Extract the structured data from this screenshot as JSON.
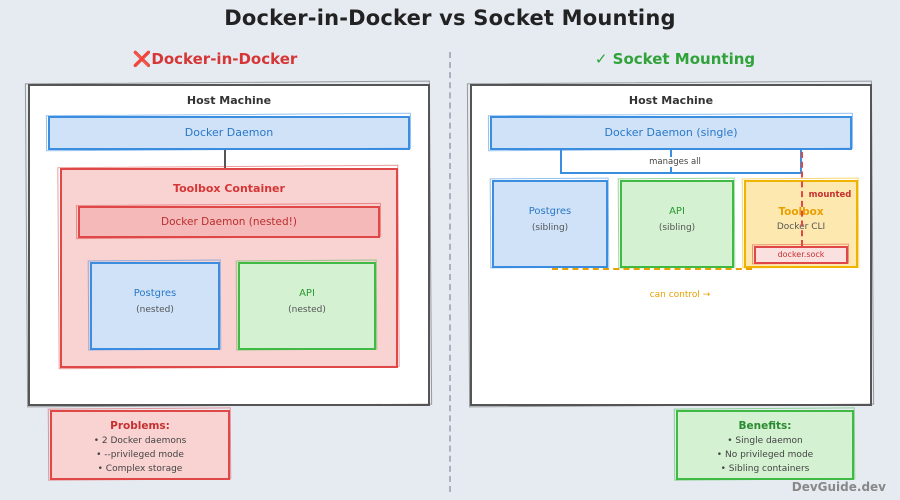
{
  "title": "Docker-in-Docker vs Socket Mounting",
  "left": {
    "mark": "❌",
    "title": "Docker-in-Docker",
    "host_label": "Host Machine",
    "daemon": "Docker Daemon",
    "toolbox_label": "Toolbox Container",
    "nested_daemon": "Docker Daemon (nested!)",
    "postgres": {
      "name": "Postgres",
      "note": "(nested)"
    },
    "api": {
      "name": "API",
      "note": "(nested)"
    },
    "problems": {
      "title": "Problems:",
      "items": [
        "• 2 Docker daemons",
        "• --privileged mode",
        "• Complex storage"
      ]
    }
  },
  "right": {
    "mark": "✓",
    "title": "Socket Mounting",
    "host_label": "Host Machine",
    "daemon": "Docker Daemon (single)",
    "manages": "manages all",
    "postgres": {
      "name": "Postgres",
      "note": "(sibling)"
    },
    "api": {
      "name": "API",
      "note": "(sibling)"
    },
    "toolbox": {
      "name": "Toolbox",
      "note": "Docker CLI",
      "socket": "docker.sock"
    },
    "mounted": "mounted",
    "can_control": "can control →",
    "benefits": {
      "title": "Benefits:",
      "items": [
        "• Single daemon",
        "• No privileged mode",
        "• Sibling containers"
      ]
    }
  },
  "footer": "DevGuide.dev",
  "colors": {
    "red": "#e04848",
    "green": "#3fba45",
    "blue": "#3b8de0",
    "yellow": "#f0b400",
    "orange": "#e8a000"
  }
}
